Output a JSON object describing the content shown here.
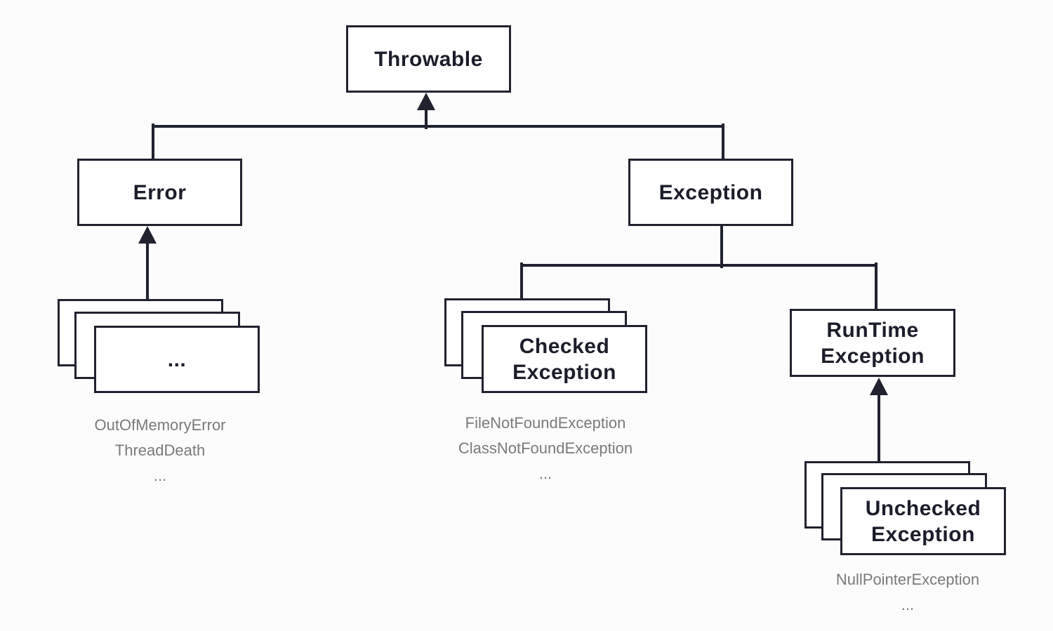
{
  "diagram_title": "Throwable",
  "colors": {
    "background": "#fcfcfd",
    "box_fill": "#ffffff",
    "line_and_border": "#20222f",
    "node_text": "#1b1d2a",
    "muted_example_text": "#7a7a7a"
  },
  "nodes": {
    "throwable": {
      "label": "Throwable"
    },
    "error": {
      "label": "Error"
    },
    "exception": {
      "label": "Exception"
    },
    "error_subclasses": {
      "label": "...",
      "examples": [
        "OutOfMemoryError",
        "ThreadDeath",
        "..."
      ]
    },
    "checked_exception": {
      "label": "Checked\nException",
      "examples": [
        "FileNotFoundException",
        "ClassNotFoundException",
        "..."
      ]
    },
    "runtime_exception": {
      "label": "RunTime\nException"
    },
    "unchecked_exception": {
      "label": "Unchecked\nException",
      "examples": [
        "NullPointerException",
        "..."
      ]
    }
  }
}
